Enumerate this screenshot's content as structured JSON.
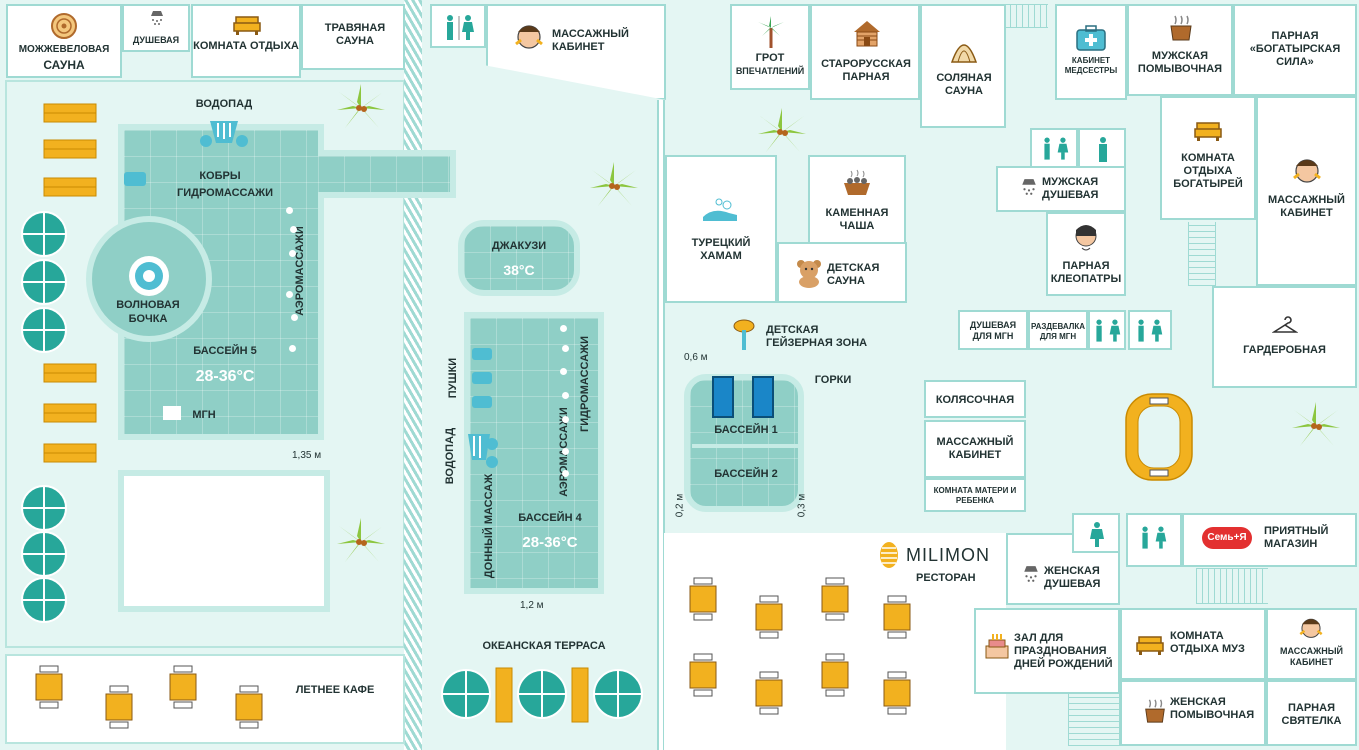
{
  "rooms": {
    "juniper_sauna_line1": "Можжевеловая",
    "juniper_sauna_line2": "сауна",
    "shower_small": "Душевая",
    "rest_room": "Комната отдыха",
    "herbal_sauna": "Травяная сауна",
    "massage_1": "Массажный кабинет",
    "grotto": "Грот",
    "grotto_sub": "впечатлений",
    "old_russian_steam": "Старорусская парная",
    "salt_sauna": "Соляная сауна",
    "nurse": "Кабинет медсестры",
    "mens_wash": "Мужская помывочная",
    "bogatyr_steam": "Парная «Богатырская сила»",
    "turkish_hamam": "Турецкий хамам",
    "stone_bowl": "Каменная чаша",
    "kids_sauna": "Детская сауна",
    "mens_shower": "Мужская душевая",
    "bogatyr_rest": "Комната отдыха богатырей",
    "massage_2": "Массажный кабинет",
    "cleopatra": "Парная Клеопатры",
    "shower_mgn": "Душевая для МГН",
    "changing_mgn": "Раздевалка для МГН",
    "wardrobe": "Гардеробная",
    "stroller": "Колясочная",
    "massage_3": "Массажный кабинет",
    "mother_child": "Комната матери и ребенка",
    "shop": "Приятный магазин",
    "womens_shower": "Женская душевая",
    "birthday_hall": "Зал для празднования дней рождений",
    "muse_rest": "Комната отдыха муз",
    "massage_4": "Массажный кабинет",
    "womens_wash": "Женская помывочная",
    "svyatelka": "Парная Святелка",
    "restaurant": "Ресторан",
    "restaurant_brand": "MILIMON",
    "summer_cafe": "Летнее кафе",
    "ocean_terrace": "Океанская терраса",
    "shop_logo": "Семь+Я"
  },
  "pools": {
    "pool5": {
      "name": "Бассейн 5",
      "temp": "28-36°C",
      "depth": "1,35 м"
    },
    "jacuzzi": {
      "name": "Джакузи",
      "temp": "38°C"
    },
    "pool4": {
      "name": "Бассейн 4",
      "temp": "28-36°C",
      "depth": "1,2 м"
    },
    "pool1": {
      "name": "Бассейн 1"
    },
    "pool2": {
      "name": "Бассейн 2",
      "depth_left": "0,2 м",
      "depth_right": "0,3 м"
    },
    "kids_geyser": "Детская гейзерная зона",
    "kids_depth": "0,6 м",
    "slides": "Горки"
  },
  "features": {
    "waterfall_top": "Водопад",
    "cobras": "Кобры",
    "hydromassage": "гидромассажи",
    "aeromassage": "Аэромассажи",
    "wave_barrel_line1": "Волновая",
    "wave_barrel_line2": "бочка",
    "mgn": "МГН",
    "cannons": "Пушки",
    "waterfall_pool4": "Водопад",
    "bottom_massage": "Донный массаж",
    "aero_pool4": "Аэромассажи",
    "hydro_pool4": "Гидромассажи"
  },
  "colors": {
    "water": "#8fcfc6",
    "ground": "#e4f6f3",
    "wall": "#9fdad3",
    "table": "#f2b11f",
    "umbrella": "#27a79a"
  }
}
